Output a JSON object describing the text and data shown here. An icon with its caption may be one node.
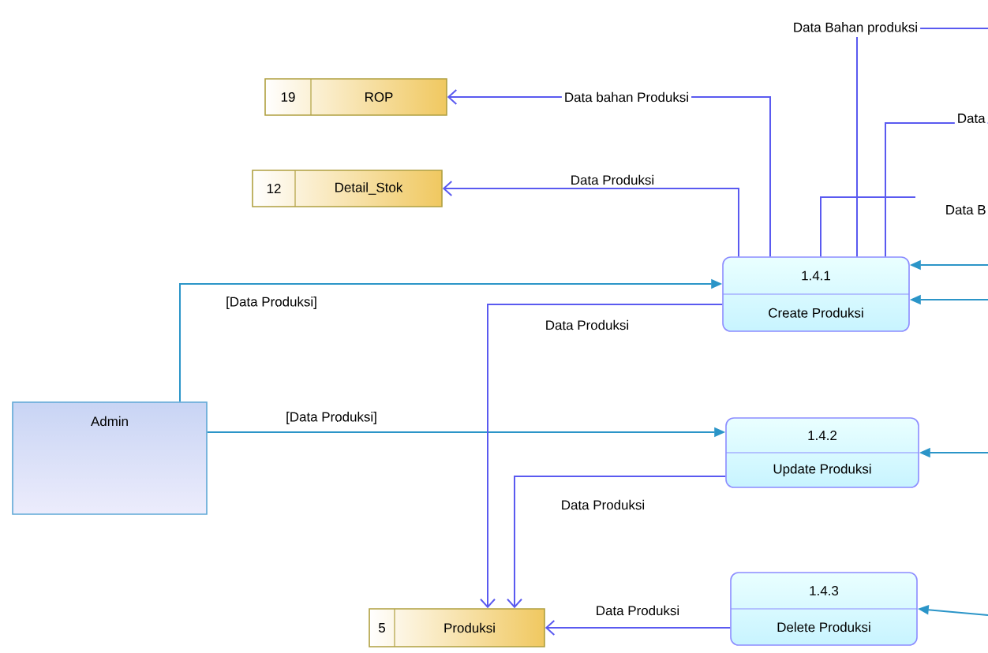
{
  "diagram": {
    "nodes": [
      {
        "text": [
          "19",
          "ROP"
        ]
      },
      {
        "text": [
          "12",
          "Detail_Stok"
        ]
      },
      {
        "text": [
          "1.4.1",
          "Create Produksi"
        ]
      },
      {
        "text": [
          "Admin"
        ]
      },
      {
        "text": [
          "1.4.2",
          "Update Produksi"
        ]
      },
      {
        "text": [
          "1.4.3",
          "Delete Produksi"
        ]
      },
      {
        "text": [
          "5",
          "Produksi"
        ]
      }
    ],
    "edges": [
      {
        "from": 2,
        "to": 0,
        "arrow": "to",
        "label": "Data bahan Produksi"
      },
      {
        "from": 2,
        "to": 1,
        "arrow": "to",
        "label": "Data Produksi"
      },
      {
        "from": 2,
        "to": null,
        "arrow": "none",
        "label": "Data Bahan produksi"
      },
      {
        "from": 2,
        "to": null,
        "arrow": "none",
        "label": "Data"
      },
      {
        "from": 2,
        "to": null,
        "arrow": "none",
        "label": "Data B"
      },
      {
        "from": null,
        "to": 2,
        "arrow": "to",
        "color": "#2b95c8"
      },
      {
        "from": null,
        "to": 2,
        "arrow": "to",
        "color": "#2b95c8"
      },
      {
        "from": 3,
        "to": 2,
        "arrow": "to",
        "label": "[Data Produksi]",
        "color": "#2b95c8"
      },
      {
        "from": 3,
        "to": 4,
        "arrow": "to",
        "label": "[Data Produksi]",
        "color": "#2b95c8"
      },
      {
        "from": 2,
        "to": 6,
        "arrow": "to",
        "label": "Data Produksi"
      },
      {
        "from": 4,
        "to": 6,
        "arrow": "to",
        "label": "Data Produksi"
      },
      {
        "from": 5,
        "to": 6,
        "arrow": "to",
        "label": "Data Produksi"
      },
      {
        "from": null,
        "to": 4,
        "arrow": "to",
        "color": "#2b95c8"
      },
      {
        "from": null,
        "to": 5,
        "arrow": "to",
        "color": "#2b95c8"
      }
    ]
  }
}
